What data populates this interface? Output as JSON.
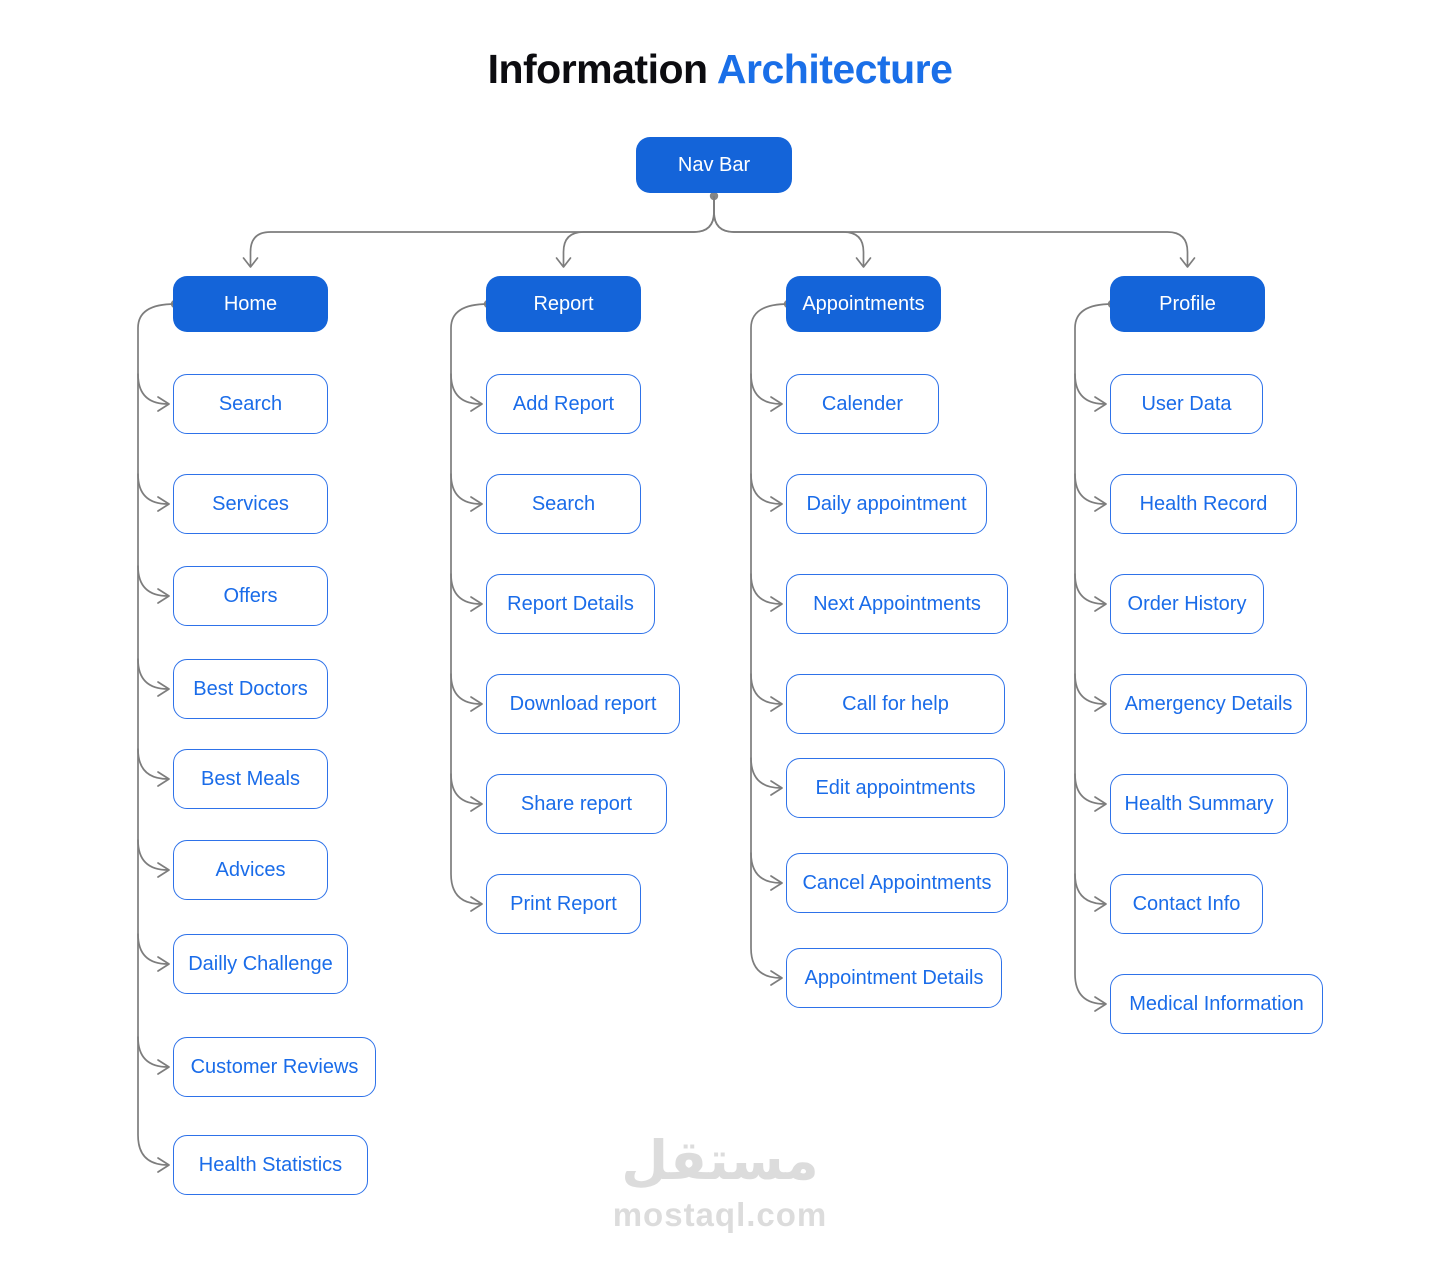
{
  "title": {
    "part1": "Information",
    "part2": "Architecture"
  },
  "root": {
    "label": "Nav Bar"
  },
  "sections": [
    {
      "label": "Home",
      "children": [
        "Search",
        "Services",
        "Offers",
        "Best Doctors",
        "Best Meals",
        "Advices",
        "Dailly Challenge",
        "Customer Reviews",
        "Health Statistics"
      ]
    },
    {
      "label": "Report",
      "children": [
        "Add Report",
        "Search",
        "Report Details",
        "Download report",
        "Share report",
        "Print Report"
      ]
    },
    {
      "label": "Appointments",
      "children": [
        "Calender",
        "Daily appointment",
        "Next Appointments",
        "Call for help",
        "Edit appointments",
        "Cancel Appointments",
        "Appointment Details"
      ]
    },
    {
      "label": "Profile",
      "children": [
        "User Data",
        "Health Record",
        "Order History",
        "Amergency Details",
        "Health Summary",
        "Contact Info",
        "Medical Information"
      ]
    }
  ],
  "watermark": {
    "arabic": "مستقل",
    "domain": "mostaql.com"
  },
  "colors": {
    "title_text": "#0c0c10",
    "title_accent": "#1a6fe8",
    "node_fill": "#1464d9",
    "node_border": "#2e72e9",
    "node_text": "#1a6ce9",
    "connector": "#7d7d7d",
    "dot": "#868686",
    "watermark": "#dcdcdc"
  }
}
